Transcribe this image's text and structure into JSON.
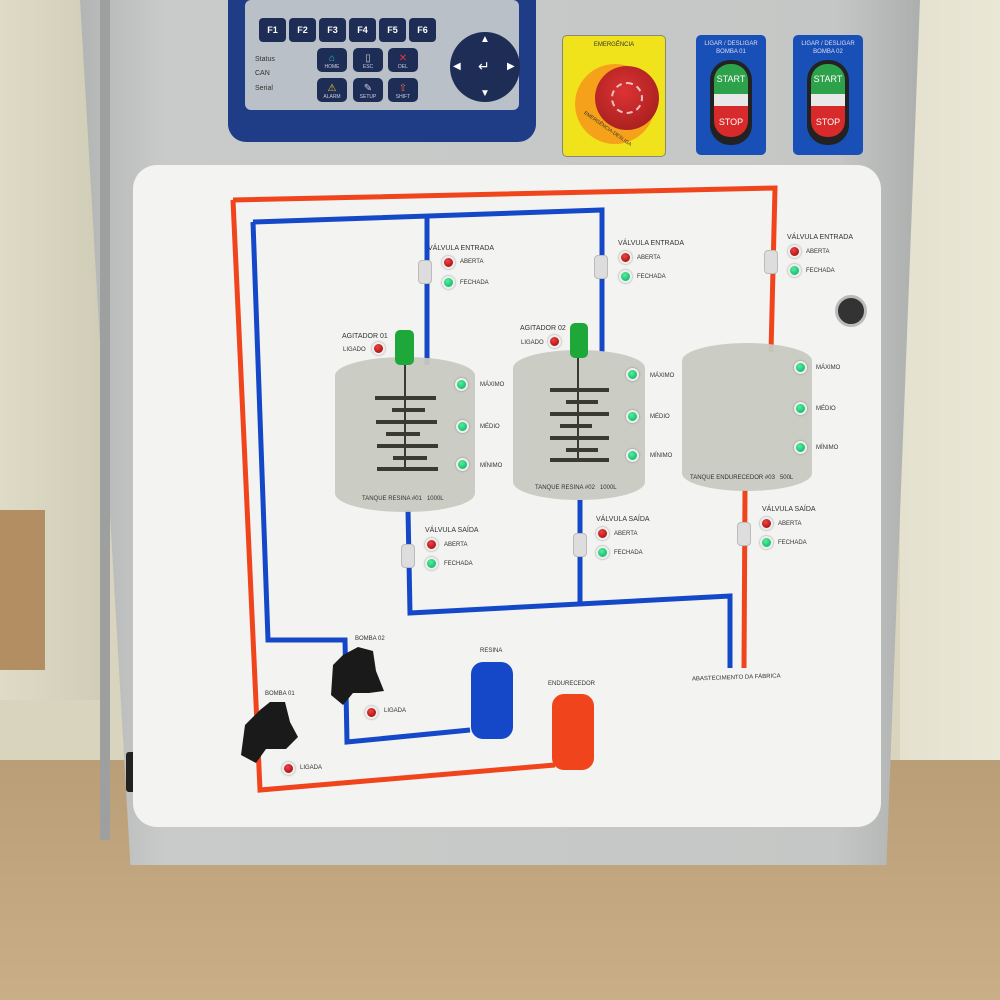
{
  "hmi": {
    "function_keys": [
      "F1",
      "F2",
      "F3",
      "F4",
      "F5",
      "F6"
    ],
    "keys": [
      "HOME",
      "ESC",
      "DEL",
      "ALARM",
      "SETUP",
      "SHIFT"
    ],
    "indicators": [
      "Status",
      "CAN",
      "Serial"
    ]
  },
  "emergency": {
    "title": "EMERGÊNCIA",
    "ring_text": "EMERGÊNCIA-DESLIGA"
  },
  "pump_switches": [
    {
      "title": "LIGAR / DESLIGAR",
      "sub": "BOMBA 01",
      "start": "START",
      "stop": "STOP"
    },
    {
      "title": "LIGAR / DESLIGAR",
      "sub": "BOMBA 02",
      "start": "START",
      "stop": "STOP"
    }
  ],
  "diagram": {
    "valve_in": "VÁLVULA ENTRADA",
    "valve_out": "VÁLVULA SAÍDA",
    "open": "ABERTA",
    "closed": "FECHADA",
    "agitators": [
      {
        "name": "AGITADOR 01",
        "state": "LIGADO"
      },
      {
        "name": "AGITADOR 02",
        "state": "LIGADO"
      }
    ],
    "levels": [
      "MÁXIMO",
      "MÉDIO",
      "MÍNIMO"
    ],
    "tanks": [
      {
        "name": "TANQUE RESINA #01",
        "cap": "1000L"
      },
      {
        "name": "TANQUE RESINA #02",
        "cap": "1000L"
      },
      {
        "name": "TANQUE ENDURECEDOR #03",
        "cap": "500L"
      }
    ],
    "pumps": [
      {
        "name": "BOMBA 01",
        "state": "LIGADA"
      },
      {
        "name": "BOMBA 02",
        "state": "LIGADA"
      }
    ],
    "drums": [
      "RESINA",
      "ENDURECEDOR"
    ],
    "supply": "ABASTECIMENTO DA FÁBRICA"
  },
  "colors": {
    "red_pipe": "#f0441c",
    "blue_pipe": "#1448c8",
    "panel_blue": "#1850b8",
    "estop_yellow": "#f0e31b"
  }
}
